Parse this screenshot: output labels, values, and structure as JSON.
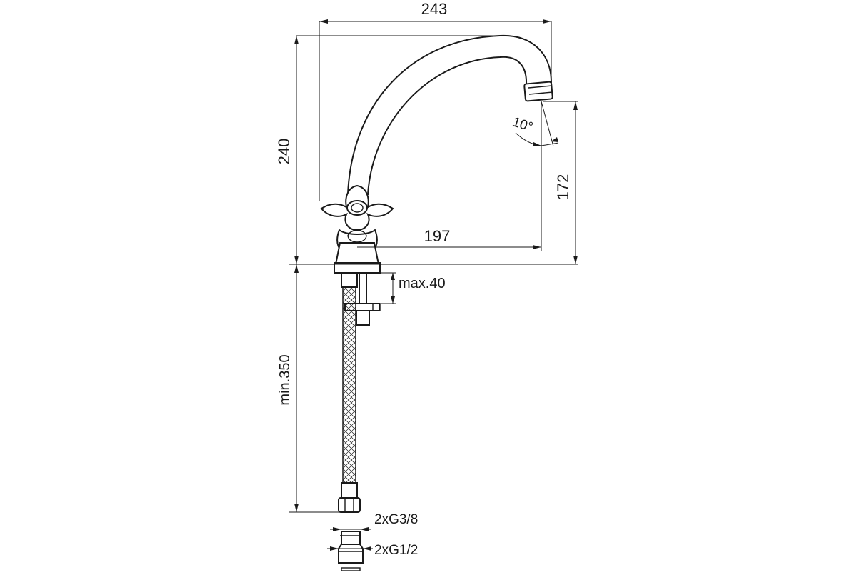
{
  "dimensions": {
    "total_width": "243",
    "total_height": "240",
    "spout_reach": "197",
    "spout_height": "172",
    "tilt_angle": "10°",
    "max_thickness": "max.40",
    "hose_length": "min.350",
    "thread_small": "2xG3/8",
    "thread_large": "2xG1/2"
  },
  "colors": {
    "line": "#1a1a1a",
    "background": "#ffffff"
  }
}
